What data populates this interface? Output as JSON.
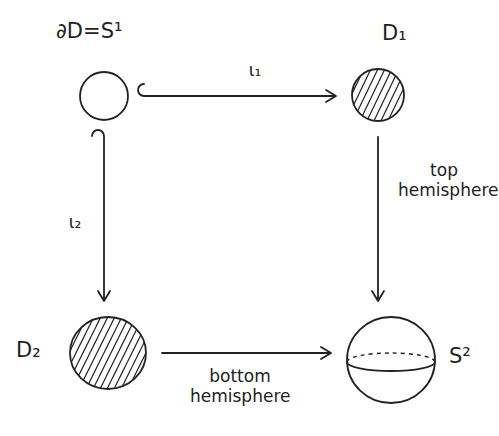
{
  "diagram": {
    "nodes": [
      {
        "text": [
          "∂D=S¹"
        ]
      },
      {
        "text": [
          "D₁"
        ]
      },
      {
        "text": [
          "D₂"
        ]
      },
      {
        "text": [
          "S²"
        ]
      }
    ],
    "edges": [
      {
        "from": 0,
        "to": 1,
        "arrow": "to",
        "label": "ι₁"
      },
      {
        "from": 0,
        "to": 2,
        "arrow": "to",
        "label": "ι₂"
      },
      {
        "from": 1,
        "to": 3,
        "arrow": "to",
        "label": "top hemisphere"
      },
      {
        "from": 2,
        "to": 3,
        "arrow": "to",
        "label": "bottom hemisphere"
      }
    ]
  }
}
